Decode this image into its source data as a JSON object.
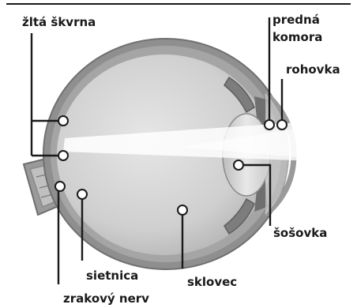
{
  "labels": {
    "macula": "žltá škvrna",
    "anterior_chamber_line1": "predná",
    "anterior_chamber_line2": "komora",
    "cornea": "rohovka",
    "lens": "šošovka",
    "vitreous": "sklovec",
    "retina": "sietnica",
    "optic_nerve": "zrakový nerv"
  },
  "colors": {
    "text": "#1a1a1a",
    "eye_wall": "#8a8a8a",
    "eye_interior": "#c9c9c9",
    "light_beam": "#f4f4f4"
  }
}
